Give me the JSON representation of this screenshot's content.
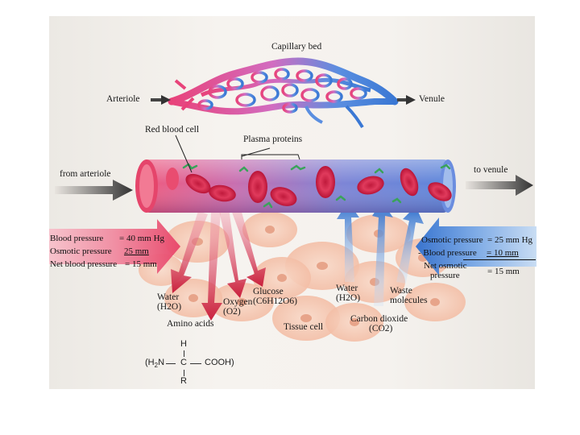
{
  "labels": {
    "capillary_bed": "Capillary bed",
    "arteriole": "Arteriole",
    "venule": "Venule",
    "red_blood_cell": "Red blood cell",
    "plasma_proteins": "Plasma proteins",
    "from_arteriole": "from arteriole",
    "to_venule": "to venule",
    "tissue_cell": "Tissue cell"
  },
  "left_box": {
    "blood_pressure_label": "Blood pressure",
    "blood_pressure_value": "= 40 mm Hg",
    "osmotic_pressure_label": "Osmotic pressure",
    "osmotic_pressure_value": "25 mm",
    "net_label": "Net blood pressure",
    "net_value": "= 15 mm"
  },
  "right_box": {
    "osmotic_pressure_label": "Osmotic pressure",
    "osmotic_pressure_value": "= 25 mm Hg",
    "blood_pressure_label": "- Blood pressure",
    "blood_pressure_value": "= 10 mm",
    "net_label_1": "Net osmotic",
    "net_label_2": "pressure",
    "net_value": "= 15 mm"
  },
  "outflow": {
    "water_1": "Water",
    "water_2": "(H2O)",
    "oxygen_1": "Oxygen",
    "oxygen_2": "(O2)",
    "glucose_1": "Glucose",
    "glucose_2": "(C6H12O6)",
    "amino_acids": "Amino acids"
  },
  "inflow": {
    "water_1": "Water",
    "water_2": "(H2O)",
    "waste_1": "Waste",
    "waste_2": "molecules",
    "co2_1": "Carbon dioxide",
    "co2_2": "(CO2)"
  },
  "amino_formula": {
    "top": "H",
    "left": "(H",
    "sub": "2",
    "n": "N",
    "center": "C",
    "right": "COOH)",
    "bottom": "R"
  },
  "colors": {
    "arterial": "#e3365e",
    "venous": "#3f7fd6",
    "tissue": "#f6c9b3",
    "left_box": "#e94b6e",
    "right_box": "#5d95d8"
  }
}
